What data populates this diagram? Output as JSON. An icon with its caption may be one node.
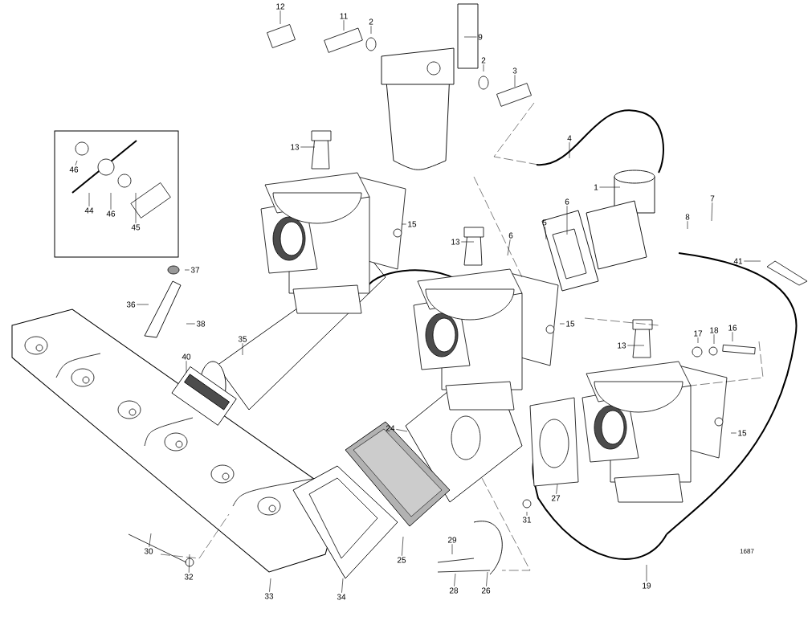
{
  "diagram": {
    "nodes": [
      {
        "text": [
          "12"
        ]
      },
      {
        "text": [
          "11"
        ]
      },
      {
        "text": [
          "2"
        ]
      },
      {
        "text": [
          "9"
        ]
      },
      {
        "text": [
          "2"
        ]
      },
      {
        "text": [
          "3"
        ]
      },
      {
        "text": [
          "4"
        ]
      },
      {
        "text": [
          "13"
        ]
      },
      {
        "text": [
          "1"
        ]
      },
      {
        "text": [
          "7"
        ]
      },
      {
        "text": [
          "8"
        ]
      },
      {
        "text": [
          "46"
        ]
      },
      {
        "text": [
          "44"
        ]
      },
      {
        "text": [
          "46"
        ]
      },
      {
        "text": [
          "45"
        ]
      },
      {
        "text": [
          "15"
        ]
      },
      {
        "text": [
          "6"
        ]
      },
      {
        "text": [
          "5"
        ]
      },
      {
        "text": [
          "6"
        ]
      },
      {
        "text": [
          "13"
        ]
      },
      {
        "text": [
          "41"
        ]
      },
      {
        "text": [
          "37"
        ]
      },
      {
        "text": [
          "36"
        ]
      },
      {
        "text": [
          "38"
        ]
      },
      {
        "text": [
          "35"
        ]
      },
      {
        "text": [
          "15"
        ]
      },
      {
        "text": [
          "40"
        ]
      },
      {
        "text": [
          "13"
        ]
      },
      {
        "text": [
          "17"
        ]
      },
      {
        "text": [
          "18"
        ]
      },
      {
        "text": [
          "16"
        ]
      },
      {
        "text": [
          "24"
        ]
      },
      {
        "text": [
          "15"
        ]
      },
      {
        "text": [
          "27"
        ]
      },
      {
        "text": [
          "31"
        ]
      },
      {
        "text": [
          "30"
        ]
      },
      {
        "text": [
          "32"
        ]
      },
      {
        "text": [
          "33"
        ]
      },
      {
        "text": [
          "34"
        ]
      },
      {
        "text": [
          "25"
        ]
      },
      {
        "text": [
          "29"
        ]
      },
      {
        "text": [
          "28"
        ]
      },
      {
        "text": [
          "26"
        ]
      },
      {
        "text": [
          "19"
        ]
      }
    ],
    "edges": [
      {
        "from": 0,
        "to": null,
        "arrow": "none"
      },
      {
        "from": 1,
        "to": null,
        "arrow": "none"
      },
      {
        "from": 2,
        "to": null,
        "arrow": "none"
      },
      {
        "from": 3,
        "to": null,
        "arrow": "none"
      },
      {
        "from": 4,
        "to": null,
        "arrow": "none"
      },
      {
        "from": 5,
        "to": null,
        "arrow": "none"
      },
      {
        "from": 6,
        "to": null,
        "arrow": "none"
      },
      {
        "from": 7,
        "to": null,
        "arrow": "none"
      },
      {
        "from": 8,
        "to": null,
        "arrow": "none"
      },
      {
        "from": 9,
        "to": null,
        "arrow": "none"
      },
      {
        "from": 10,
        "to": null,
        "arrow": "none"
      },
      {
        "from": 11,
        "to": null,
        "arrow": "none"
      },
      {
        "from": 12,
        "to": null,
        "arrow": "none"
      },
      {
        "from": 13,
        "to": null,
        "arrow": "none"
      },
      {
        "from": 14,
        "to": null,
        "arrow": "none"
      },
      {
        "from": 15,
        "to": null,
        "arrow": "none"
      },
      {
        "from": 16,
        "to": null,
        "arrow": "none"
      },
      {
        "from": 17,
        "to": null,
        "arrow": "none"
      },
      {
        "from": 18,
        "to": null,
        "arrow": "none"
      },
      {
        "from": 19,
        "to": null,
        "arrow": "none"
      },
      {
        "from": 20,
        "to": null,
        "arrow": "none"
      },
      {
        "from": 21,
        "to": null,
        "arrow": "none"
      },
      {
        "from": 22,
        "to": null,
        "arrow": "none"
      },
      {
        "from": 23,
        "to": null,
        "arrow": "none"
      },
      {
        "from": 24,
        "to": null,
        "arrow": "none"
      },
      {
        "from": 25,
        "to": null,
        "arrow": "none"
      },
      {
        "from": 26,
        "to": null,
        "arrow": "none"
      },
      {
        "from": 27,
        "to": null,
        "arrow": "none"
      },
      {
        "from": 28,
        "to": null,
        "arrow": "none"
      },
      {
        "from": 29,
        "to": null,
        "arrow": "none"
      },
      {
        "from": 30,
        "to": null,
        "arrow": "none"
      },
      {
        "from": 31,
        "to": null,
        "arrow": "none"
      },
      {
        "from": 32,
        "to": null,
        "arrow": "none"
      },
      {
        "from": 33,
        "to": null,
        "arrow": "none"
      },
      {
        "from": 34,
        "to": null,
        "arrow": "none"
      },
      {
        "from": 35,
        "to": null,
        "arrow": "none"
      },
      {
        "from": 36,
        "to": null,
        "arrow": "none"
      },
      {
        "from": 37,
        "to": null,
        "arrow": "none"
      },
      {
        "from": 38,
        "to": null,
        "arrow": "none"
      },
      {
        "from": 39,
        "to": null,
        "arrow": "none"
      },
      {
        "from": 40,
        "to": null,
        "arrow": "none"
      },
      {
        "from": 41,
        "to": null,
        "arrow": "none"
      },
      {
        "from": 42,
        "to": null,
        "arrow": "none"
      },
      {
        "from": 43,
        "to": null,
        "arrow": "none"
      }
    ],
    "labels": [
      "1687"
    ]
  }
}
